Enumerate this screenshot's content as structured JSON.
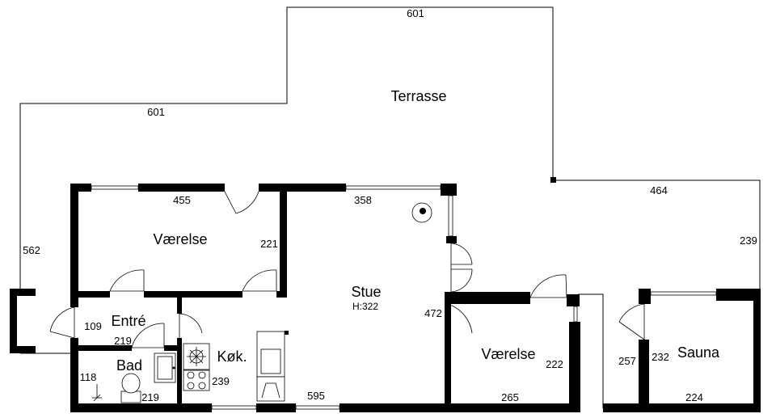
{
  "rooms": {
    "terrasse": "Terrasse",
    "vaerelse_top": "Værelse",
    "stue": "Stue",
    "stue_height": "H:322",
    "entre": "Entré",
    "bad": "Bad",
    "kok": "Køk.",
    "vaerelse_bottom": "Værelse",
    "sauna": "Sauna"
  },
  "dimensions": {
    "terrace_top": "601",
    "terrace_left": "601",
    "terrace_right": "464",
    "terrace_right_side": "239",
    "left_side": "562",
    "room1_width": "455",
    "room1_depth": "221",
    "stue_top": "358",
    "stue_side": "472",
    "stue_bottom": "595",
    "entre_depth": "109",
    "entre_width": "219",
    "bad_depth": "118",
    "bad_width": "219",
    "kok_depth": "239",
    "room2_depth": "222",
    "room2_width": "265",
    "sauna_left": "257",
    "sauna_depth": "232",
    "sauna_width": "224"
  }
}
